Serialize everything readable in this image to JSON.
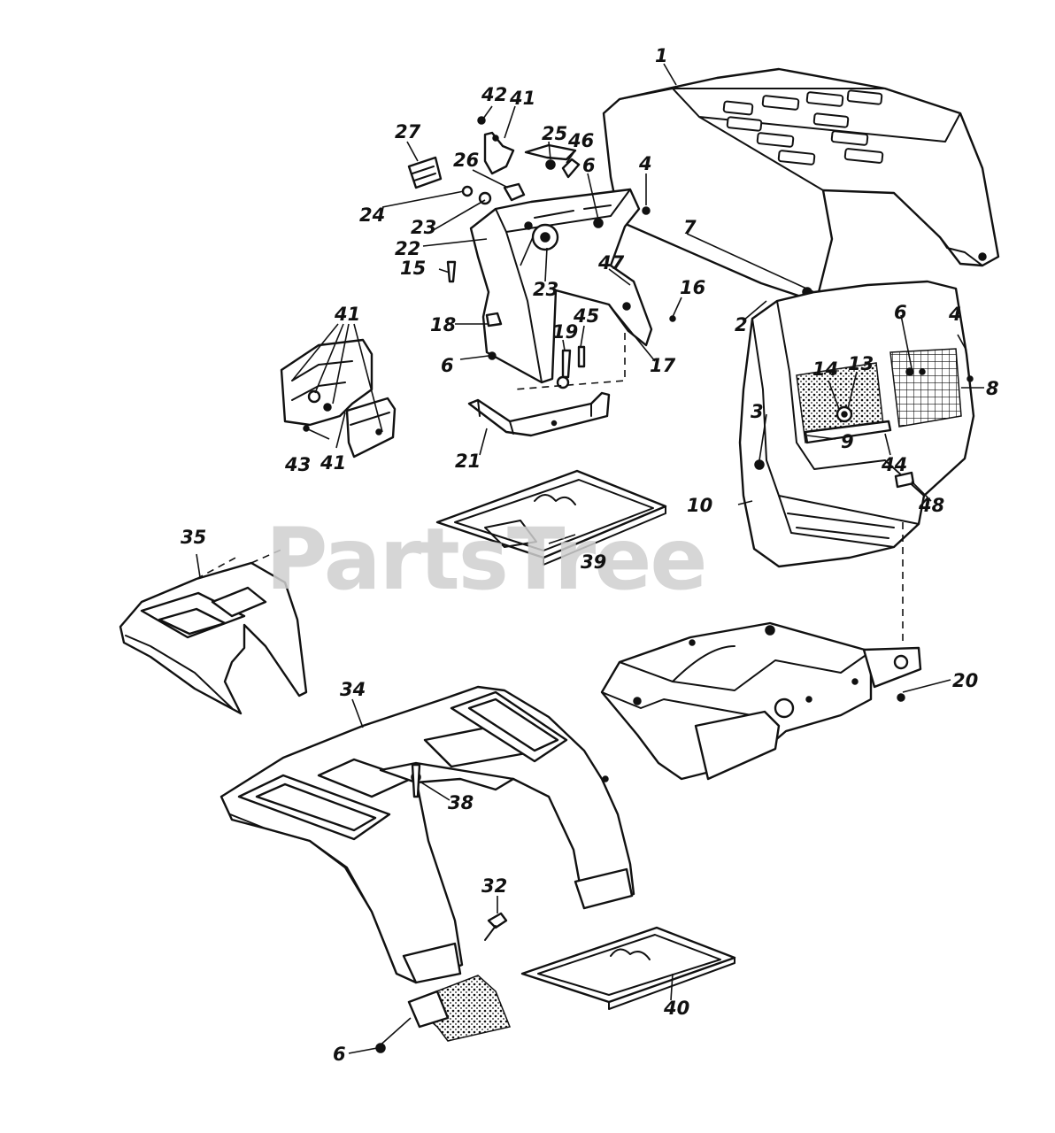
{
  "watermark": "PartsTree",
  "callouts": {
    "c1": "1",
    "c2": "2",
    "c3": "3",
    "c4a": "4",
    "c4b": "4",
    "c6a": "6",
    "c6b": "6",
    "c6c": "6",
    "c6d": "6",
    "c7": "7",
    "c8": "8",
    "c9": "9",
    "c10": "10",
    "c13": "13",
    "c14": "14",
    "c15": "15",
    "c16": "16",
    "c17": "17",
    "c18": "18",
    "c19": "19",
    "c20": "20",
    "c21": "21",
    "c22": "22",
    "c23a": "23",
    "c23b": "23",
    "c24": "24",
    "c25": "25",
    "c26": "26",
    "c27": "27",
    "c32": "32",
    "c34": "34",
    "c35": "35",
    "c38": "38",
    "c39": "39",
    "c40": "40",
    "c41a": "41",
    "c41b": "41",
    "c41c": "41",
    "c42": "42",
    "c43": "43",
    "c44": "44",
    "c45": "45",
    "c46": "46",
    "c47": "47",
    "c48": "48"
  }
}
